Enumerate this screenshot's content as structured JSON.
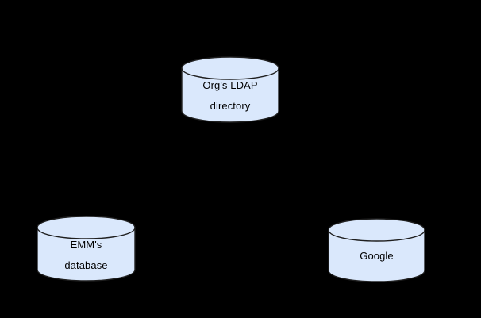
{
  "diagram": {
    "type": "entity-diagram",
    "background_color": "#000000",
    "node_fill_color": "#dae8fc",
    "node_stroke_color": "#1f1f1f",
    "text_color": "#000000",
    "nodes": [
      {
        "id": "ldap",
        "shape": "cylinder",
        "icon_name": "database-cylinder-icon",
        "label": "Org's LDAP\ndirectory",
        "label_line_1": "Org's LDAP",
        "label_line_2": "directory"
      },
      {
        "id": "emm",
        "shape": "cylinder",
        "icon_name": "database-cylinder-icon",
        "label": "EMM's\ndatabase",
        "label_line_1": "EMM's",
        "label_line_2": "database"
      },
      {
        "id": "google",
        "shape": "cylinder",
        "icon_name": "database-cylinder-icon",
        "label": "Google",
        "label_line_1": "Google",
        "label_line_2": ""
      }
    ],
    "connectors": []
  }
}
